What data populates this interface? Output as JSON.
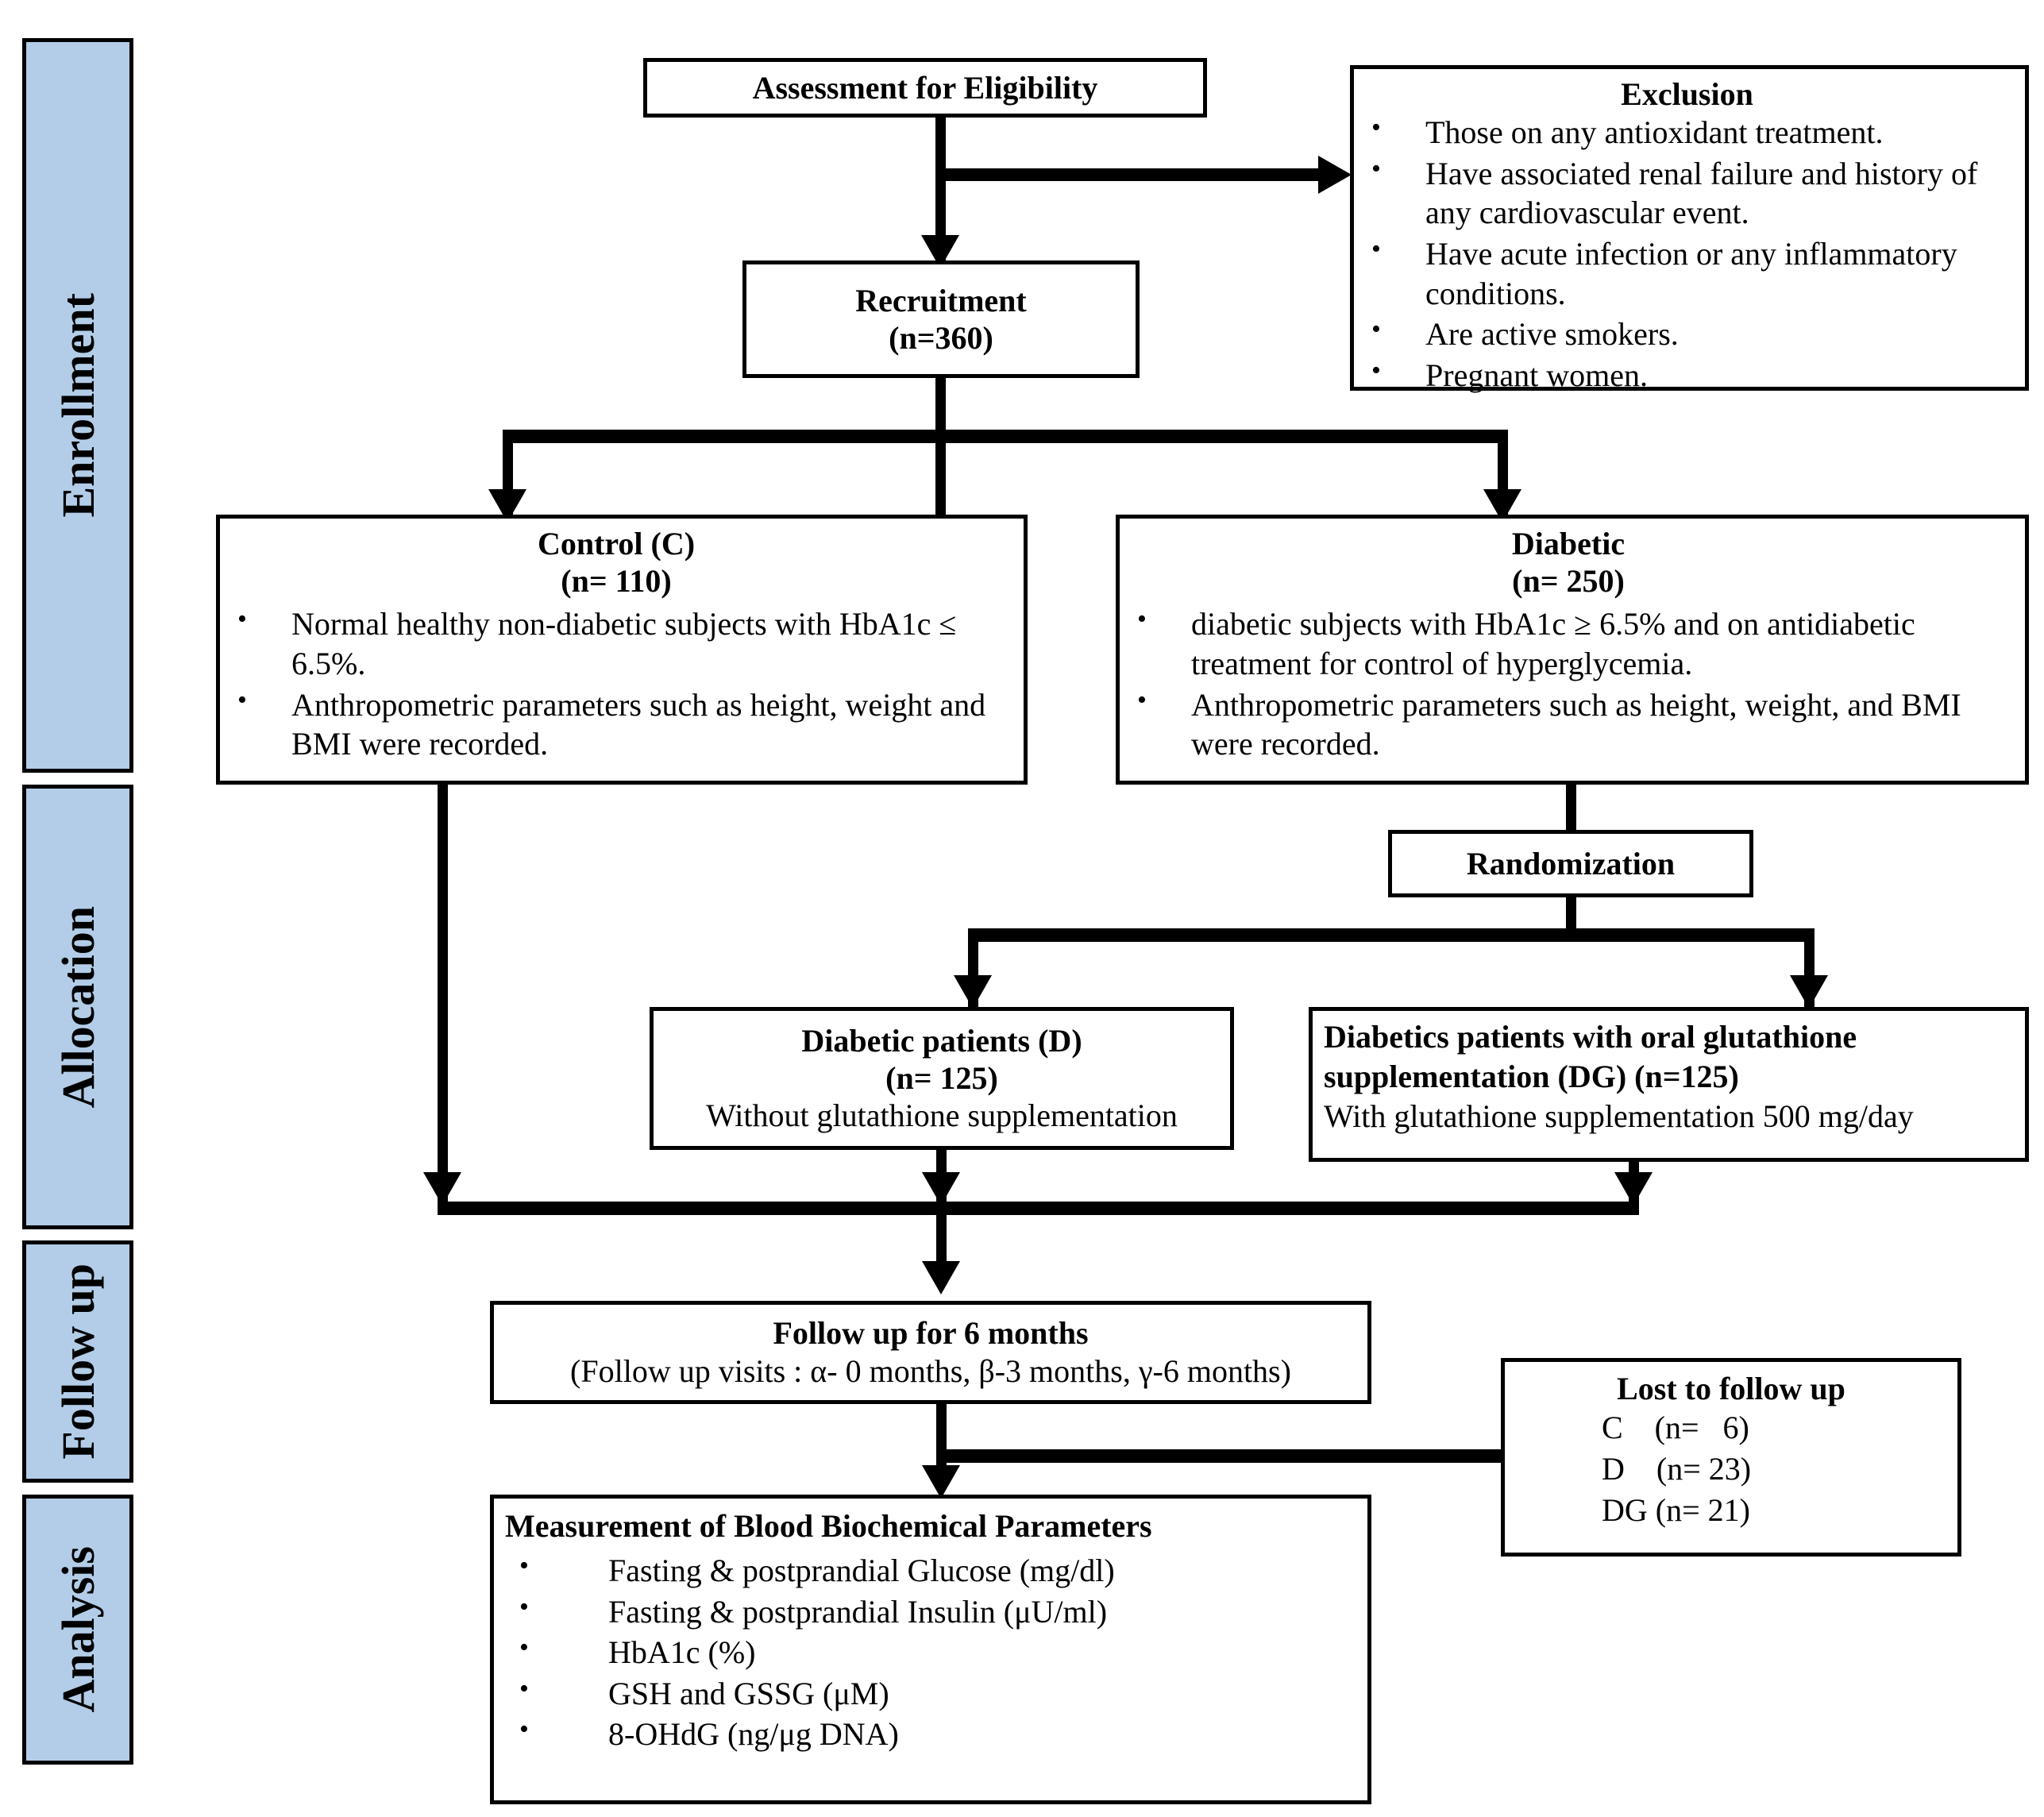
{
  "sidebar": {
    "items": [
      {
        "label": "Enrollment"
      },
      {
        "label": "Allocation"
      },
      {
        "label": "Follow up"
      },
      {
        "label": "Analysis"
      }
    ]
  },
  "nodes": {
    "assessment": {
      "title": "Assessment for Eligibility"
    },
    "exclusion": {
      "title": "Exclusion",
      "items": [
        "Those on any antioxidant treatment.",
        "Have associated renal failure and history of any cardiovascular event.",
        "Have acute infection or any inflammatory conditions.",
        "Are active smokers.",
        "Pregnant women."
      ]
    },
    "recruitment": {
      "title": "Recruitment",
      "count": "(n=360)"
    },
    "control": {
      "title": "Control (C)",
      "count": "(n= 110)",
      "items": [
        "Normal healthy non-diabetic subjects with HbA1c ≤ 6.5%.",
        "Anthropometric parameters such as height, weight and BMI were recorded."
      ]
    },
    "diabetic": {
      "title": "Diabetic",
      "count": "(n= 250)",
      "items": [
        "diabetic subjects with HbA1c ≥ 6.5% and on antidiabetic treatment for control of hyperglycemia.",
        " Anthropometric parameters such as height, weight, and BMI were recorded."
      ]
    },
    "randomization": {
      "title": "Randomization"
    },
    "diabetic_d": {
      "title": "Diabetic patients  (D)",
      "count": "(n= 125)",
      "detail": "Without glutathione supplementation"
    },
    "diabetic_dg": {
      "title_line1": "Diabetics patients with oral glutathione",
      "title_line2": "supplementation (DG) (n=125)",
      "detail": "With glutathione supplementation 500 mg/day"
    },
    "followup": {
      "title": "Follow up for 6 months",
      "detail": "(Follow up visits : α- 0 months, β-3 months, γ-6 months)"
    },
    "lost": {
      "title": "Lost to follow up",
      "rows": [
        "C    (n=   6)",
        "D    (n= 23)",
        "DG (n= 21)"
      ]
    },
    "measurement": {
      "title": "Measurement of Blood Biochemical Parameters",
      "items": [
        "Fasting & postprandial Glucose (mg/dl)",
        "Fasting & postprandial Insulin (μU/ml)",
        "HbA1c (%)",
        "GSH and GSSG (μM)",
        "8-OHdG (ng/μg DNA)"
      ]
    }
  },
  "colors": {
    "phase_fill": "#b3cde8",
    "stroke": "#000000",
    "background": "#ffffff"
  }
}
